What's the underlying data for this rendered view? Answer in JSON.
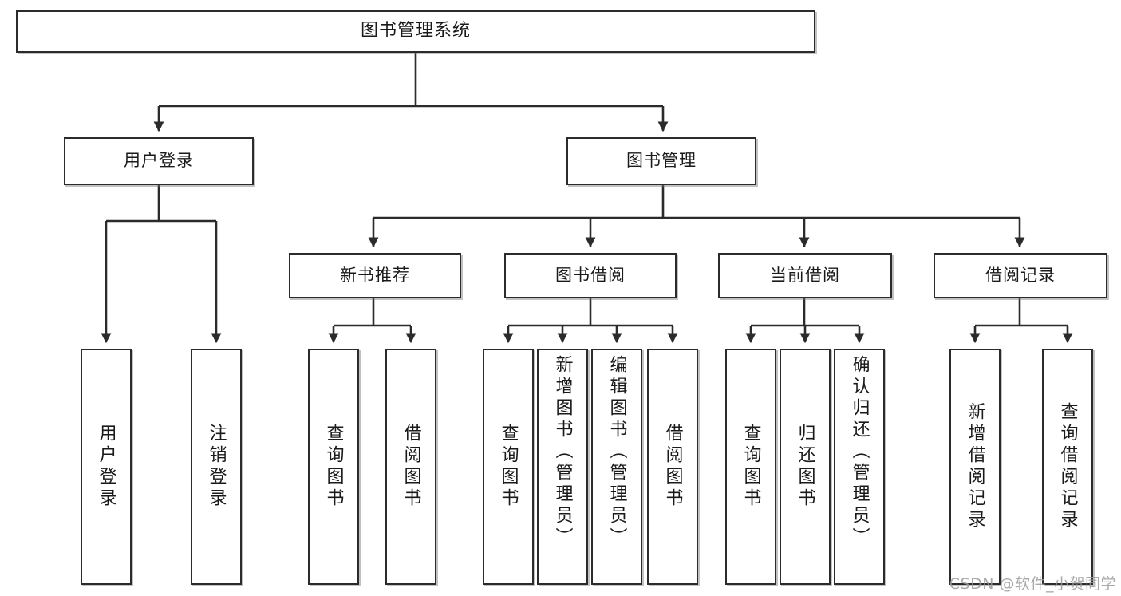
{
  "diagram": {
    "title_node": {
      "label": "图书管理系统"
    },
    "level2": [
      {
        "label": "用户登录"
      },
      {
        "label": "图书管理"
      }
    ],
    "level3": [
      {
        "label": "新书推荐"
      },
      {
        "label": "图书借阅"
      },
      {
        "label": "当前借阅"
      },
      {
        "label": "借阅记录"
      }
    ],
    "leaves": [
      {
        "label": "用户登录"
      },
      {
        "label": "注销登录"
      },
      {
        "label": "查询图书"
      },
      {
        "label": "借阅图书"
      },
      {
        "label": "查询图书"
      },
      {
        "label": "新增图书（管理员）"
      },
      {
        "label": "编辑图书（管理员）"
      },
      {
        "label": "借阅图书"
      },
      {
        "label": "查询图书"
      },
      {
        "label": "归还图书"
      },
      {
        "label": "确认归还（管理员）"
      },
      {
        "label": "新增借阅记录"
      },
      {
        "label": "查询借阅记录"
      }
    ]
  },
  "watermark": {
    "text": "CSDN @软件_小贺同学"
  },
  "colors": {
    "box_border": "#2b2b2b",
    "box_fill": "#ffffff",
    "text": "#1a1a1a",
    "connector": "#2b2b2b",
    "watermark": "#9b9b9b",
    "page_background": "#ffffff"
  }
}
